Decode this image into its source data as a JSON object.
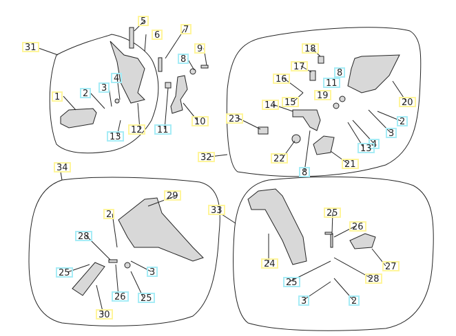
{
  "diagram": {
    "title": "Footrest assembly exploded view",
    "groups": [
      "31",
      "32",
      "34",
      "33"
    ],
    "labels": [
      {
        "text": "31",
        "color": "yellow"
      },
      {
        "text": "5",
        "color": "yellow"
      },
      {
        "text": "6",
        "color": "yellow"
      },
      {
        "text": "7",
        "color": "yellow"
      },
      {
        "text": "9",
        "color": "yellow"
      },
      {
        "text": "8",
        "color": "cyan"
      },
      {
        "text": "4",
        "color": "cyan"
      },
      {
        "text": "3",
        "color": "cyan"
      },
      {
        "text": "2",
        "color": "cyan"
      },
      {
        "text": "1",
        "color": "yellow"
      },
      {
        "text": "12",
        "color": "yellow"
      },
      {
        "text": "13",
        "color": "cyan"
      },
      {
        "text": "11",
        "color": "cyan"
      },
      {
        "text": "10",
        "color": "yellow"
      },
      {
        "text": "32",
        "color": "yellow"
      },
      {
        "text": "18",
        "color": "yellow"
      },
      {
        "text": "17",
        "color": "yellow"
      },
      {
        "text": "8",
        "color": "cyan"
      },
      {
        "text": "11",
        "color": "cyan"
      },
      {
        "text": "16",
        "color": "yellow"
      },
      {
        "text": "19",
        "color": "yellow"
      },
      {
        "text": "15",
        "color": "yellow"
      },
      {
        "text": "14",
        "color": "yellow"
      },
      {
        "text": "23",
        "color": "yellow"
      },
      {
        "text": "20",
        "color": "yellow"
      },
      {
        "text": "2",
        "color": "cyan"
      },
      {
        "text": "3",
        "color": "cyan"
      },
      {
        "text": "4",
        "color": "cyan"
      },
      {
        "text": "13",
        "color": "cyan"
      },
      {
        "text": "22",
        "color": "yellow"
      },
      {
        "text": "21",
        "color": "yellow"
      },
      {
        "text": "8",
        "color": "cyan"
      },
      {
        "text": "34",
        "color": "yellow"
      },
      {
        "text": "29",
        "color": "yellow"
      },
      {
        "text": "2",
        "color": "yellow"
      },
      {
        "text": "28",
        "color": "cyan"
      },
      {
        "text": "25",
        "color": "cyan"
      },
      {
        "text": "3",
        "color": "cyan"
      },
      {
        "text": "26",
        "color": "cyan"
      },
      {
        "text": "25",
        "color": "cyan"
      },
      {
        "text": "30",
        "color": "yellow"
      },
      {
        "text": "33",
        "color": "yellow"
      },
      {
        "text": "25",
        "color": "yellow"
      },
      {
        "text": "26",
        "color": "yellow"
      },
      {
        "text": "24",
        "color": "yellow"
      },
      {
        "text": "27",
        "color": "yellow"
      },
      {
        "text": "25",
        "color": "cyan"
      },
      {
        "text": "28",
        "color": "yellow"
      },
      {
        "text": "3",
        "color": "cyan"
      },
      {
        "text": "2",
        "color": "cyan"
      }
    ],
    "colors": {
      "yellow": "#fff59a",
      "cyan": "#a6ecf6",
      "line": "#222222"
    }
  }
}
